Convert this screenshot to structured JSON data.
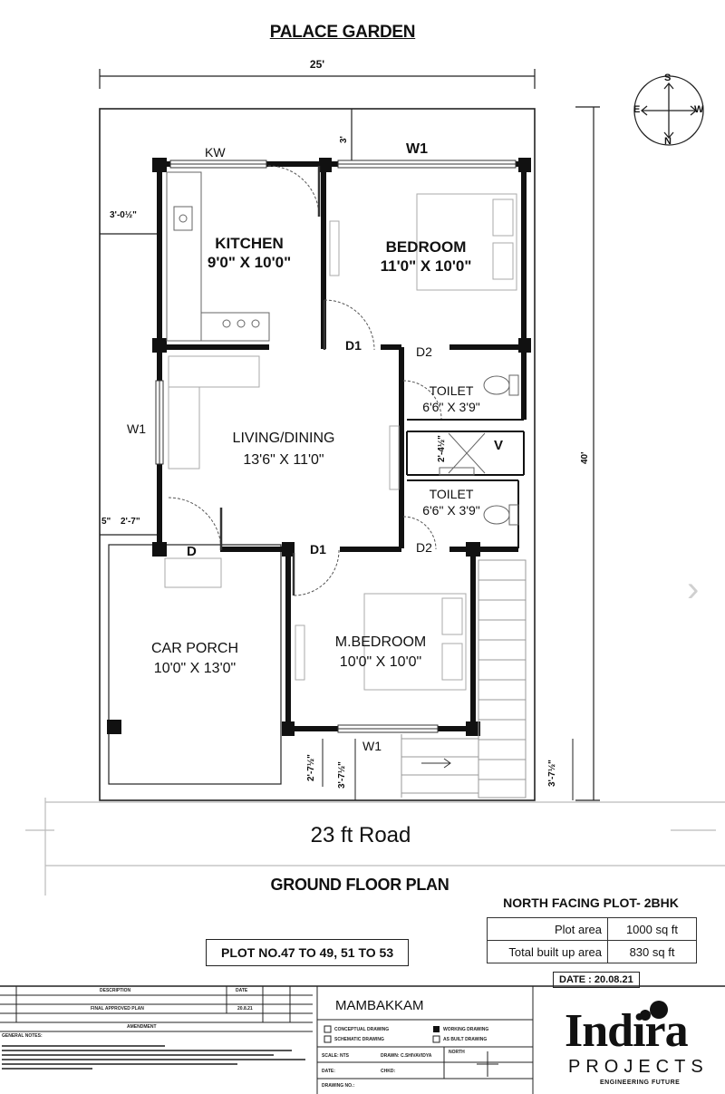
{
  "title": "PALACE GARDEN",
  "dimensions": {
    "top_width": "25'",
    "right_height": "40'",
    "top_setback": "3'",
    "left_setback_kitchen": "3'-0½\"",
    "porch_offset_a": "5\"",
    "porch_offset_b": "2'-7\"",
    "front_setback_a": "2'-7½\"",
    "front_setback_b": "3'-7½\"",
    "front_setback_right": "3'-7½\"",
    "duct_dim": "2'-4½\""
  },
  "compass": {
    "n": "N",
    "s": "S",
    "e": "E",
    "w": "W"
  },
  "rooms": {
    "kitchen": {
      "name": "KITCHEN",
      "size": "9'0\" X 10'0\""
    },
    "bedroom": {
      "name": "BEDROOM",
      "size": "11'0\" X 10'0\""
    },
    "toilet1": {
      "name": "TOILET",
      "size": "6'6\" X 3'9\""
    },
    "toilet2": {
      "name": "TOILET",
      "size": "6'6\" X 3'9\""
    },
    "living": {
      "name": "LIVING/DINING",
      "size": "13'6\" X 11'0\""
    },
    "car_porch": {
      "name": "CAR PORCH",
      "size": "10'0\" X 13'0\""
    },
    "master_bedroom": {
      "name": "M.BEDROOM",
      "size": "10'0\" X 10'0\""
    }
  },
  "labels": {
    "kw": "KW",
    "w1_top": "W1",
    "w1_left": "W1",
    "w1_bottom": "W1",
    "d1_top": "D1",
    "d2_top": "D2",
    "d1_bottom": "D1",
    "d2_bottom": "D2",
    "d_main": "D",
    "v": "V"
  },
  "road": "23 ft Road",
  "plan_title": "GROUND FLOOR PLAN",
  "plot_info": {
    "heading": "NORTH FACING PLOT- 2BHK",
    "rows": [
      {
        "label": "Plot area",
        "value": "1000 sq ft"
      },
      {
        "label": "Total built up area",
        "value": "830 sq ft"
      }
    ],
    "plot_no": "PLOT NO.47 TO 49, 51 TO 53",
    "date": "DATE : 20.08.21"
  },
  "title_block": {
    "location": "MAMBAKKAM",
    "col_description": "DESCRIPTION",
    "col_date": "DATE",
    "row_text": "FINAL APPROVED PLAN",
    "row_date": "20.8.21",
    "amendment": "AMENDMENT",
    "general_notes": "GENERAL NOTES:",
    "check_conceptual": "CONCEPTUAL DRAWING",
    "check_schematic": "SCHEMATIC DRAWING",
    "check_working": "WORKING DRAWING",
    "check_asbuilt": "AS BUILT DRAWING",
    "scale": "SCALE: NTS",
    "drawn": "DRAWN: C.SHIVAVIDYA",
    "date_field": "DATE:",
    "chkd": "CHKD:",
    "drawing_no": "DRAWING NO.:",
    "north": "NORTH"
  },
  "logo": {
    "main": "Indira",
    "sub": "PROJECTS",
    "tag": "ENGINEERING FUTURE"
  }
}
